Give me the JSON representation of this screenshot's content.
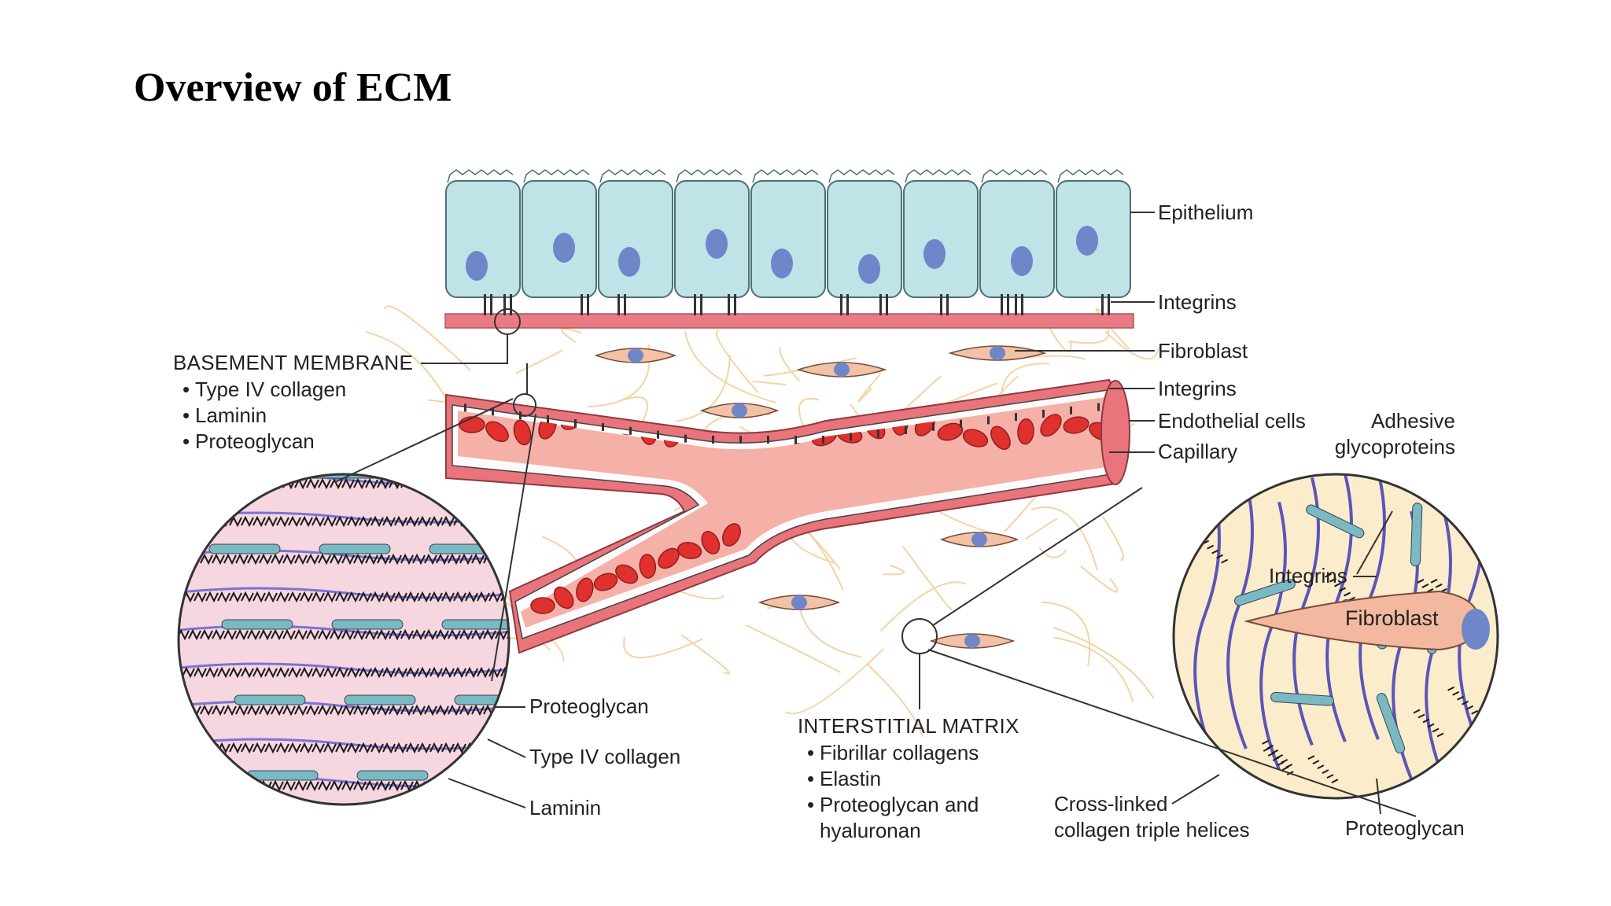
{
  "slide": {
    "title": "Overview of ECM"
  },
  "colors": {
    "epithelium": "#bfe3e6",
    "nucleus": "#6f86c9",
    "basement_band": "#e87b84",
    "capillary_wall": "#e9747c",
    "lumen": "#f5b0a8",
    "red_cell": "#e0312f",
    "fibroblast": "#f2c2a6",
    "matrix_fiber": "#f4cc94",
    "lattice": "#7ab9c2",
    "collagen_helix": "#5b55b8"
  },
  "labels": {
    "epithelium": "Epithelium",
    "integrins_top": "Integrins",
    "fibroblast": "Fibroblast",
    "integrins_mid": "Integrins",
    "endothelial_cells": "Endothelial cells",
    "capillary": "Capillary",
    "adhesive_glycoproteins": [
      "Adhesive",
      "glycoproteins"
    ],
    "integrins_zoom": "Integrins",
    "fibroblast_zoom": "Fibroblast",
    "proteoglycan_left": "Proteoglycan",
    "type_iv_collagen_left": "Type IV collagen",
    "laminin_left": "Laminin",
    "crosslinked": [
      "Cross-linked",
      "collagen triple helices"
    ],
    "proteoglycan_right": "Proteoglycan"
  },
  "basement_membrane": {
    "heading": "BASEMENT MEMBRANE",
    "items": [
      "Type IV collagen",
      "Laminin",
      "Proteoglycan"
    ]
  },
  "interstitial_matrix": {
    "heading": "INTERSTITIAL MATRIX",
    "items": [
      "Fibrillar collagens",
      "Elastin",
      "Proteoglycan and"
    ],
    "continuation": "hyaluronan"
  }
}
